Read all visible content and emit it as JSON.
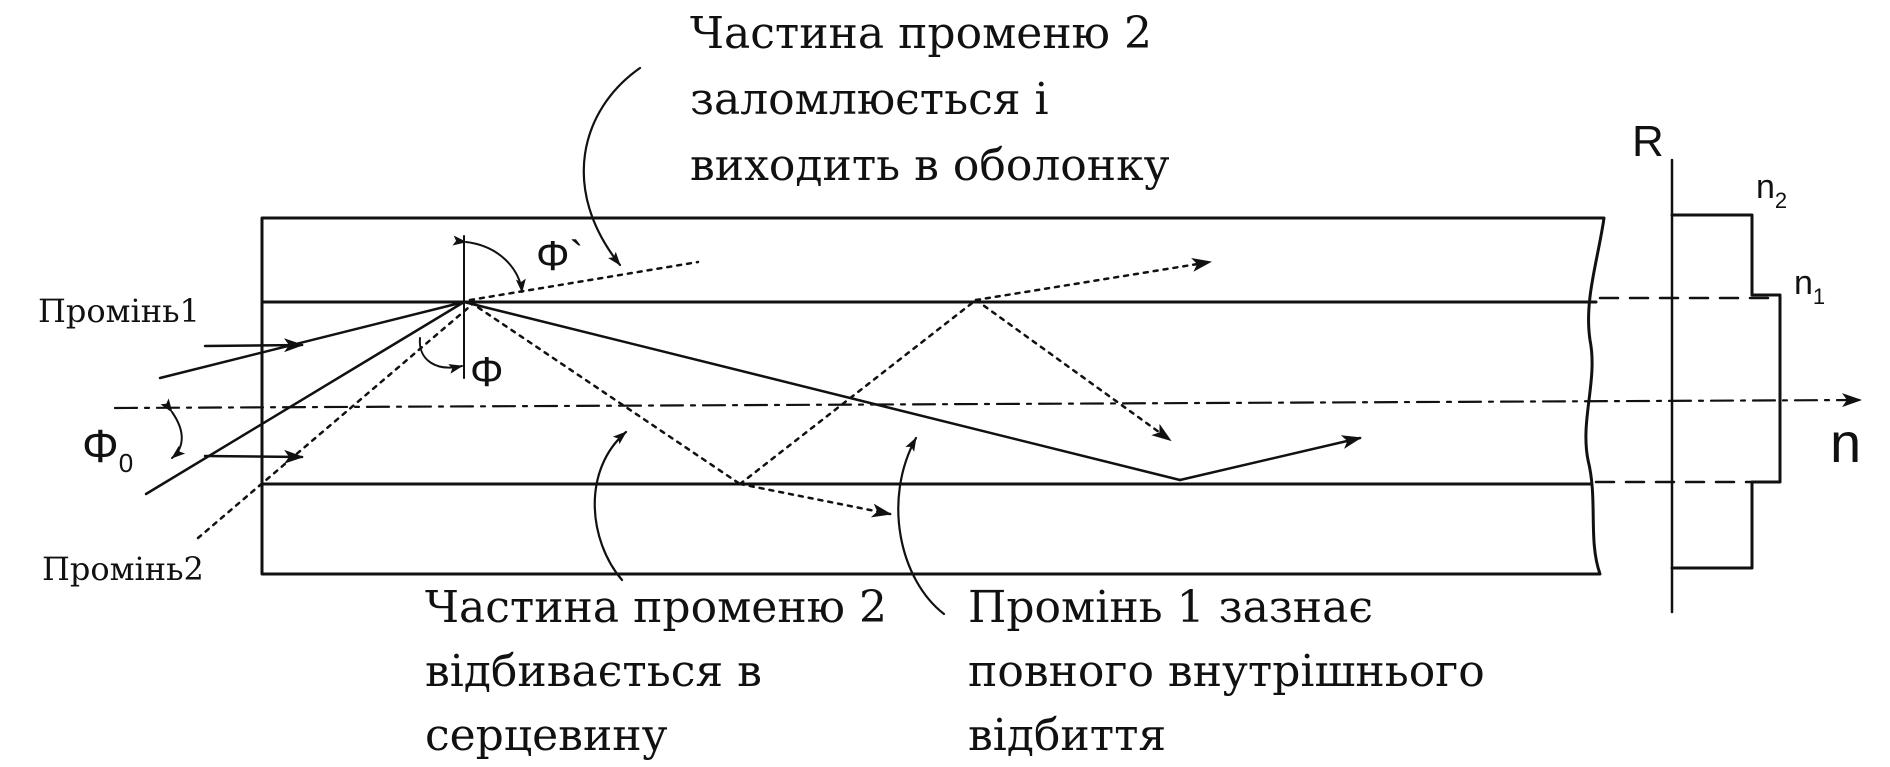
{
  "labels": {
    "annotation_top": [
      "Частина променю 2",
      "заломлюється і",
      "виходить в оболонку"
    ],
    "annotation_bottom_left": [
      "Частина променю 2",
      "відбивається в",
      "серцевину"
    ],
    "annotation_bottom_right": [
      "Промінь 1 зазнає",
      "повного внутрішнього",
      "відбиття"
    ],
    "ray1": "Промінь1",
    "ray2": "Промінь2",
    "phi0": "Φ",
    "phi0_sub": "0",
    "phi": "Φ",
    "phi_prime": "Φ`",
    "axis_R": "R",
    "axis_n": "n",
    "n1": "n",
    "n1_sub": "1",
    "n2": "n",
    "n2_sub": "2"
  },
  "colors": {
    "ink": "#111111",
    "background": "#ffffff"
  }
}
